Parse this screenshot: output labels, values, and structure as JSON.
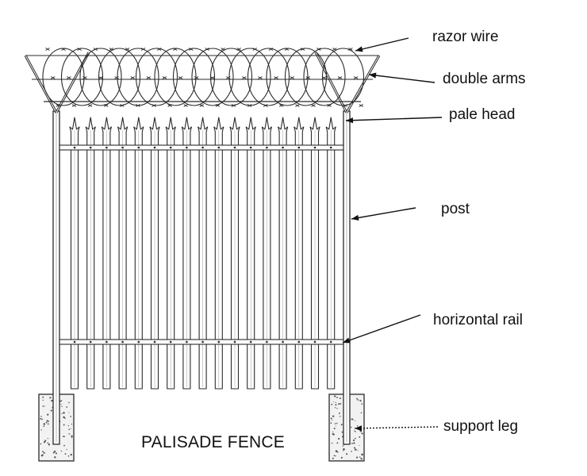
{
  "labels": {
    "razor_wire": "razor wire",
    "double_arms": "double arms",
    "pale_head": "pale head",
    "post": "post",
    "horizontal_rail": "horizontal rail",
    "support_leg": "support leg"
  },
  "title": "PALISADE FENCE",
  "colors": {
    "ink": "#111111",
    "line": "#2a2a2a",
    "concrete_fill": "#f2f2f2"
  }
}
